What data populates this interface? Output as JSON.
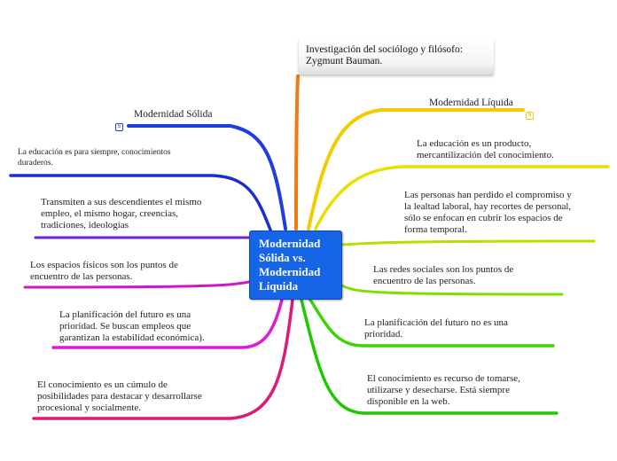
{
  "center": {
    "line1": "Modernidad",
    "line2": "Sólida vs.",
    "line3": "Modernidad",
    "line4": "Líquida"
  },
  "top_note": {
    "line1": "Investigación del sociólogo y filósofo:",
    "line2": "Zygmunt Bauman."
  },
  "left_branch": {
    "title": "Modernidad Sólida",
    "badge": "5",
    "color": "#1f3de0",
    "items": [
      {
        "lines": [
          "La educación es para siempre, conocimientos",
          "duraderos."
        ],
        "color": "#1a2fcc"
      },
      {
        "lines": [
          "Transmiten a sus descendientes el mismo",
          "empleo, el mismo hogar, creencias,",
          "tradiciones, ideologías"
        ],
        "color": "#7a22cc"
      },
      {
        "lines": [
          "Los espacios físicos son los puntos de",
          "encuentro de las personas."
        ],
        "color": "#cc18c8"
      },
      {
        "lines": [
          "La planificación del futuro es una",
          "prioridad. Se buscan empleos que",
          "garantizan la estabilidad económica)."
        ],
        "color": "#e018d8"
      },
      {
        "lines": [
          "El conocimiento es un cúmulo de",
          "posibilidades para destacar y desarrollarse",
          "procesional y socialmente."
        ],
        "color": "#e0187a"
      }
    ]
  },
  "right_branch": {
    "title": "Modernidad Líquida",
    "badge": "5",
    "color": "#f2cc00",
    "items": [
      {
        "lines": [
          "La educación es un producto,",
          "mercantilización del conocimiento."
        ],
        "color": "#e8e000"
      },
      {
        "lines": [
          "Las personas han perdido el compromiso y",
          "la lealtad laboral, hay recortes de personal,",
          "sólo se enfocan en cubrir los espacios de",
          "forma temporal."
        ],
        "color": "#b6e000"
      },
      {
        "lines": [
          "Las redes sociales son los puntos de",
          "encuentro de las personas."
        ],
        "color": "#7ee000"
      },
      {
        "lines": [
          "La planificación del futuro no es una",
          "prioridad."
        ],
        "color": "#3ad400"
      },
      {
        "lines": [
          "El conocimiento es recurso de tomarse,",
          "utilizarse y desecharse. Está siempre",
          "disponible en la web."
        ],
        "color": "#1ec800"
      }
    ]
  },
  "connector_color": "#f07a10"
}
